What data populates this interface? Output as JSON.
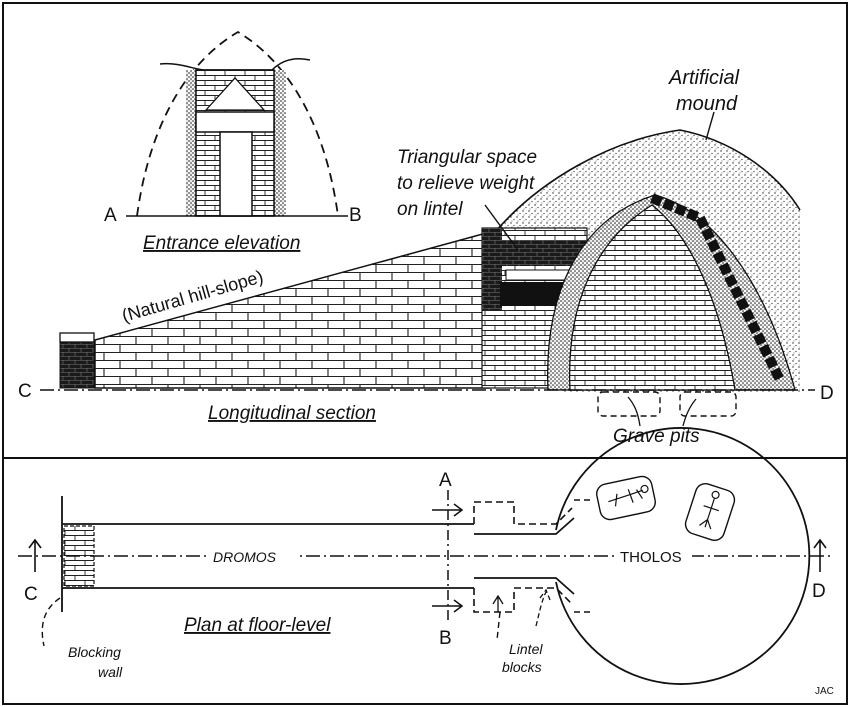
{
  "labels": {
    "artificial_mound_1": "Artificial",
    "artificial_mound_2": "mound",
    "triangular_1": "Triangular space",
    "triangular_2": "to relieve weight",
    "triangular_3": "on lintel",
    "entrance_elevation": "Entrance elevation",
    "natural_hill_slope": "(Natural hill-slope)",
    "longitudinal_section": "Longitudinal section",
    "grave_pits": "Grave pits",
    "dromos": "DROMOS",
    "tholos": "THOLOS",
    "plan_at_floor_level": "Plan at floor-level",
    "blocking_wall_1": "Blocking",
    "blocking_wall_2": "wall",
    "lintel_blocks_1": "Lintel",
    "lintel_blocks_2": "blocks",
    "initials": "JAC"
  },
  "points": {
    "A": "A",
    "B": "B",
    "C": "C",
    "D": "D"
  }
}
